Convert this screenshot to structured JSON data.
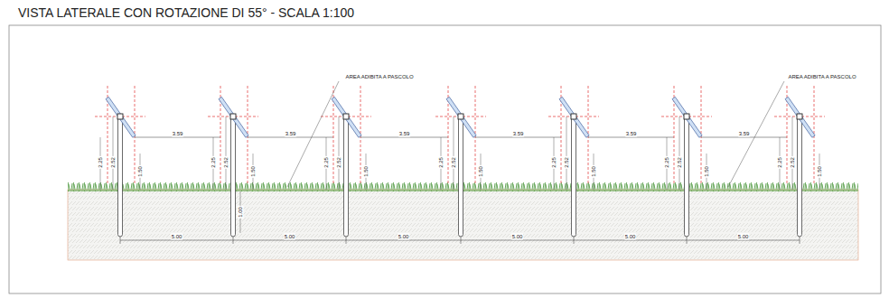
{
  "diagram": {
    "title": "VISTA LATERALE CON ROTAZIONE DI 55° -  SCALA 1:100",
    "labels": [
      "AREA ADIBITA A PASCOLO",
      "AREA ADIBITA A PASCOLO",
      "3.59",
      "3.59",
      "3.59",
      "3.59",
      "3.59",
      "3.59",
      "2.25",
      "2.52",
      "1.50",
      "2.25",
      "2.52",
      "1.50",
      "2.25",
      "2.52",
      "1.50",
      "2.25",
      "2.52",
      "1.50",
      "2.25",
      "2.52",
      "1.50",
      "2.25",
      "2.52",
      "1.50",
      "2.25",
      "2.52",
      "1.50",
      "1.00",
      "5.00",
      "5.00",
      "5.00",
      "5.00",
      "5.00",
      "5.00"
    ]
  }
}
